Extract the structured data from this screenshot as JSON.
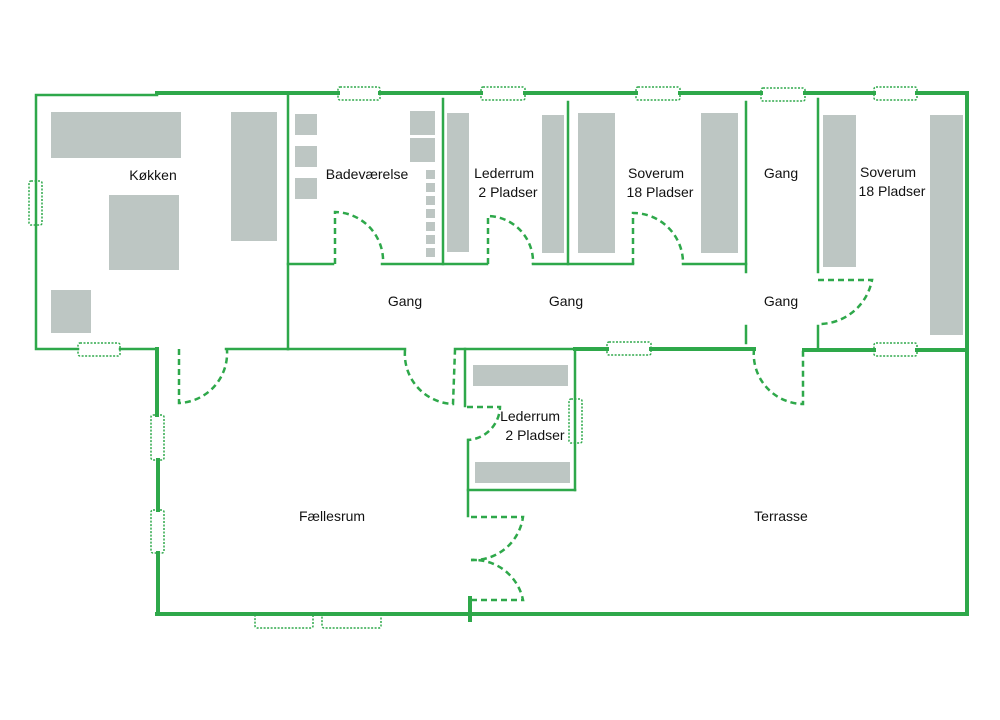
{
  "colors": {
    "wall": "#2ea84a",
    "furniture": "#bdc6c3",
    "text": "#111111",
    "background": "#ffffff"
  },
  "rooms": [
    {
      "id": "kokken",
      "lines": [
        "Køkken"
      ]
    },
    {
      "id": "badevaerelse",
      "lines": [
        "Badeværelse"
      ]
    },
    {
      "id": "lederrum-top",
      "lines": [
        "Lederrum",
        "2 Pladser"
      ]
    },
    {
      "id": "soverum-1",
      "lines": [
        "Soverum",
        "18 Pladser"
      ]
    },
    {
      "id": "gang-top-right",
      "lines": [
        "Gang"
      ]
    },
    {
      "id": "soverum-2",
      "lines": [
        "Soverum",
        "18 Pladser"
      ]
    },
    {
      "id": "gang-left",
      "lines": [
        "Gang"
      ]
    },
    {
      "id": "gang-middle",
      "lines": [
        "Gang"
      ]
    },
    {
      "id": "gang-right",
      "lines": [
        "Gang"
      ]
    },
    {
      "id": "lederrum-bottom",
      "lines": [
        "Lederrum",
        "2 Pladser"
      ]
    },
    {
      "id": "faellesrum",
      "lines": [
        "Fællesrum"
      ]
    },
    {
      "id": "terrasse",
      "lines": [
        "Terrasse"
      ]
    }
  ]
}
